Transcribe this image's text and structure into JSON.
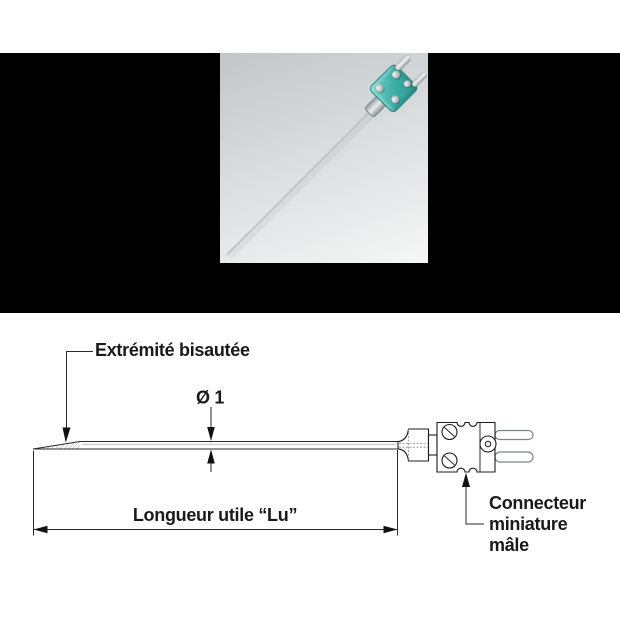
{
  "photo": {
    "panel_color": "#000000",
    "background_top": "#c2c6c7",
    "background_bottom": "#f6f7f7",
    "connector_color": "#3aaca4",
    "metal_color": "#c7ccce"
  },
  "diagram": {
    "line_color": "#1c1c1c",
    "labels": {
      "tip": "Extrémité bisautée",
      "diameter": "Ø 1",
      "useful_length": "Longueur utile “Lu”",
      "connector": [
        "Connecteur",
        "miniature",
        "mâle"
      ]
    }
  }
}
